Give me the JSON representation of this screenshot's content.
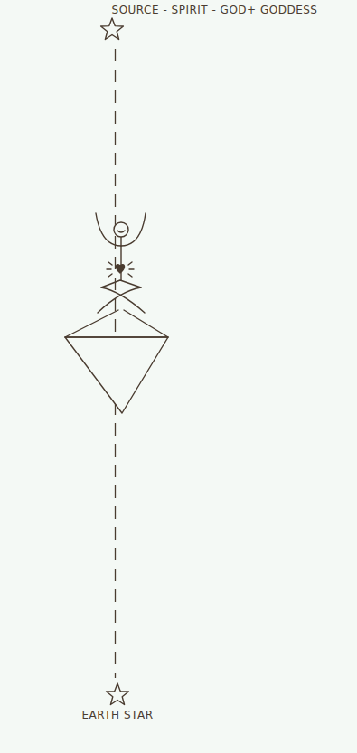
{
  "diagram": {
    "nodes": [
      {
        "text": [
          "SOURCE - SPIRIT - GOD+ GODDESS"
        ]
      },
      {
        "text": [
          "EARTH STAR"
        ]
      }
    ],
    "edges": [
      {
        "from": 0,
        "to": 1,
        "arrow": "none"
      }
    ]
  }
}
